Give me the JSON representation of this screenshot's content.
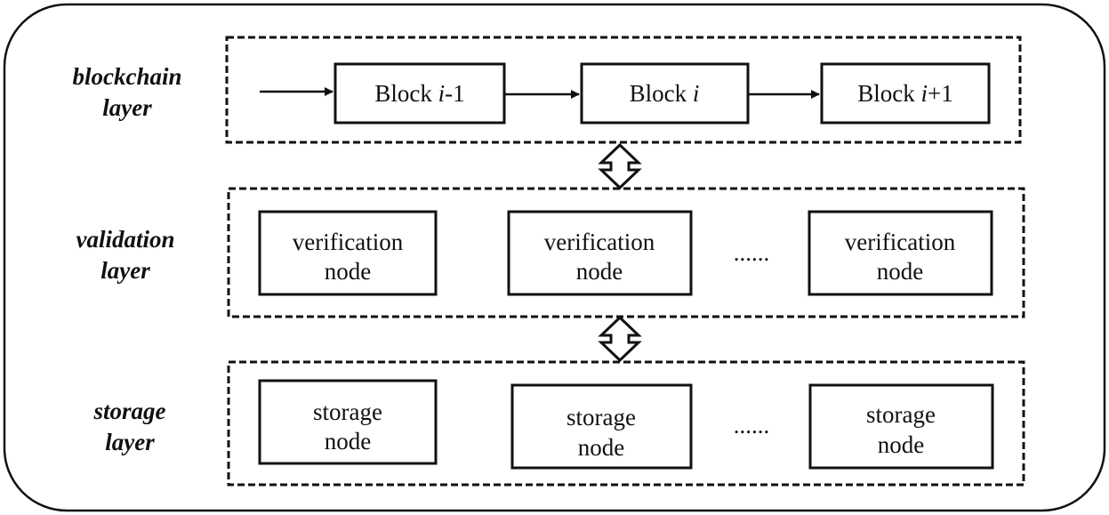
{
  "layers": [
    {
      "label_line1": "blockchain",
      "label_line2": "layer",
      "blocks": [
        {
          "prefix": "Block ",
          "index": "i",
          "suffix": "-1"
        },
        {
          "prefix": "Block ",
          "index": "i",
          "suffix": ""
        },
        {
          "prefix": "Block ",
          "index": "i",
          "suffix": "+1"
        }
      ]
    },
    {
      "label_line1": "validation",
      "label_line2": "layer",
      "nodes": [
        {
          "line1": "verification",
          "line2": "node"
        },
        {
          "line1": "verification",
          "line2": "node"
        },
        {
          "line1": "verification",
          "line2": "node"
        }
      ],
      "ellipsis": "......"
    },
    {
      "label_line1": "storage",
      "label_line2": "layer",
      "nodes": [
        {
          "line1": "storage",
          "line2": "node"
        },
        {
          "line1": "storage",
          "line2": "node"
        },
        {
          "line1": "storage",
          "line2": "node"
        }
      ],
      "ellipsis": "......"
    }
  ]
}
